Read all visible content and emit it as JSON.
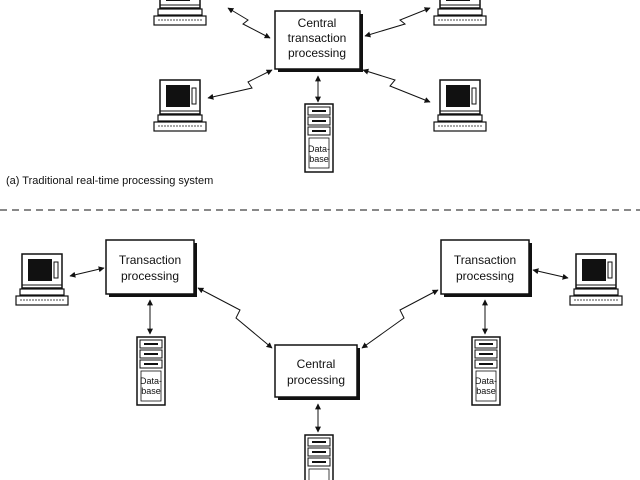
{
  "panel_a": {
    "central": {
      "line1": "Central",
      "line2": "transaction",
      "line3": "processing"
    },
    "database": {
      "line1": "Data-",
      "line2": "base"
    },
    "caption": "(a) Traditional real-time processing system"
  },
  "panel_b": {
    "left_tp": {
      "line1": "Transaction",
      "line2": "processing"
    },
    "right_tp": {
      "line1": "Transaction",
      "line2": "processing"
    },
    "central": {
      "line1": "Central",
      "line2": "processing"
    },
    "left_db": {
      "line1": "Data-",
      "line2": "base"
    },
    "right_db": {
      "line1": "Data-",
      "line2": "base"
    }
  },
  "icons": {
    "terminal": "computer-terminal-icon",
    "database": "database-server-icon",
    "link": "communication-link-icon"
  }
}
